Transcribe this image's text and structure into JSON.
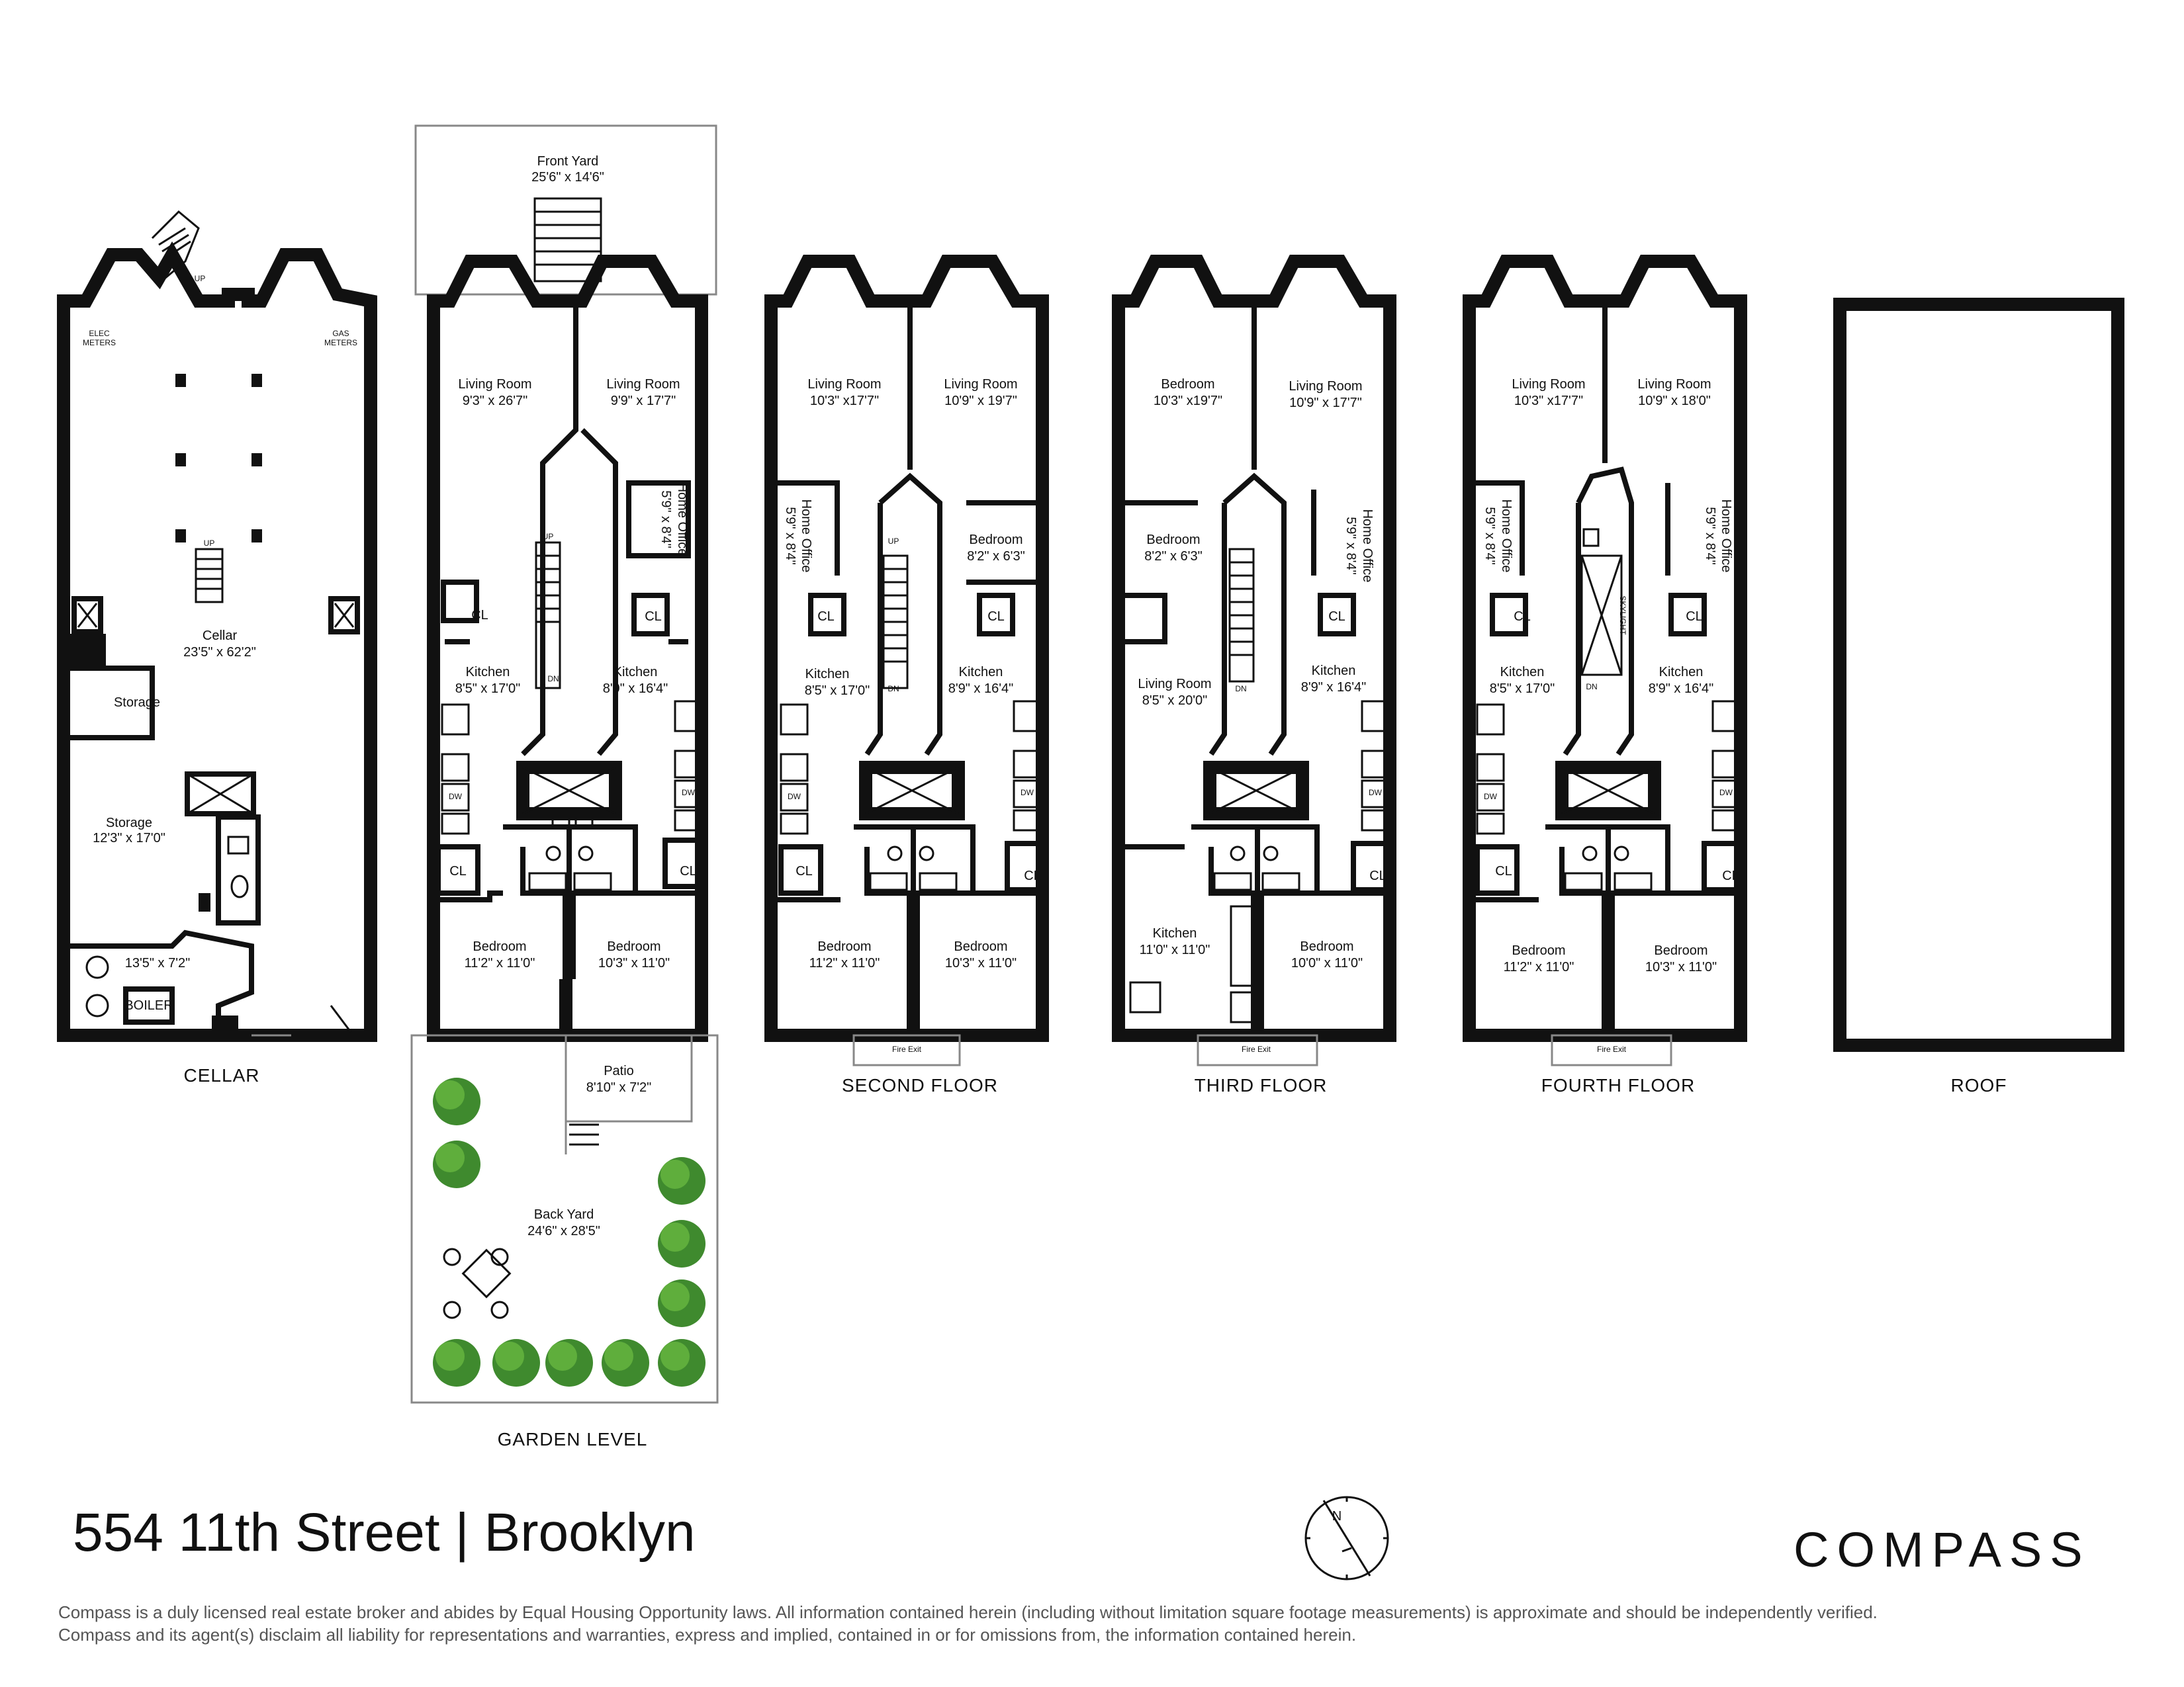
{
  "floors": {
    "cellar": "CELLAR",
    "garden": "GARDEN LEVEL",
    "second": "SECOND FLOOR",
    "third": "THIRD FLOOR",
    "fourth": "FOURTH FLOOR",
    "roof": "ROOF"
  },
  "cellar": {
    "elec": [
      "ELEC",
      "METERS"
    ],
    "gas": [
      "GAS",
      "METERS"
    ],
    "up": "UP",
    "cellar": [
      "Cellar",
      "23'5\" x 62'2\""
    ],
    "storage1": "Storage",
    "storage2": [
      "Storage",
      "12'3\" x 17'0\""
    ],
    "mech": "13'5\" x 7'2\"",
    "boiler": "BOILER"
  },
  "garden": {
    "front_yard": [
      "Front Yard",
      "25'6\" x 14'6\""
    ],
    "living_l": [
      "Living Room",
      "9'3\" x 26'7\""
    ],
    "living_r": [
      "Living Room",
      "9'9\" x 17'7\""
    ],
    "office": [
      "Home Office",
      "5'9\" x 8'4\""
    ],
    "kitchen_l": [
      "Kitchen",
      "8'5\" x 17'0\""
    ],
    "kitchen_r": [
      "Kitchen",
      "8'9\" x 16'4\""
    ],
    "bed_l": [
      "Bedroom",
      "11'2\" x 11'0\""
    ],
    "bed_r": [
      "Bedroom",
      "10'3\" x 11'0\""
    ],
    "patio": [
      "Patio",
      "8'10\" x 7'2\""
    ],
    "back_yard": [
      "Back Yard",
      "24'6\" x 28'5\""
    ],
    "up": "UP",
    "dn": "DN"
  },
  "second": {
    "living_l": [
      "Living Room",
      "10'3\" x17'7\""
    ],
    "living_r": [
      "Living Room",
      "10'9\" x 19'7\""
    ],
    "office": [
      "Home Office",
      "5'9\" x 8'4\""
    ],
    "bedroom_mid": [
      "Bedroom",
      "8'2\" x 6'3\""
    ],
    "kitchen_l": [
      "Kitchen",
      "8'5\" x 17'0\""
    ],
    "kitchen_r": [
      "Kitchen",
      "8'9\" x 16'4\""
    ],
    "bed_l": [
      "Bedroom",
      "11'2\" x 11'0\""
    ],
    "bed_r": [
      "Bedroom",
      "10'3\" x 11'0\""
    ]
  },
  "third": {
    "bedroom_top": [
      "Bedroom",
      "10'3\" x19'7\""
    ],
    "living_r": [
      "Living Room",
      "10'9\" x 17'7\""
    ],
    "bedroom_mid": [
      "Bedroom",
      "8'2\" x 6'3\""
    ],
    "office": [
      "Home Office",
      "5'9\" x 8'4\""
    ],
    "living_mid": [
      "Living Room",
      "8'5\" x 20'0\""
    ],
    "kitchen_r": [
      "Kitchen",
      "8'9\" x 16'4\""
    ],
    "kitchen_b": [
      "Kitchen",
      "11'0\" x 11'0\""
    ],
    "bed_r": [
      "Bedroom",
      "10'0\" x 11'0\""
    ]
  },
  "fourth": {
    "living_l": [
      "Living Room",
      "10'3\" x17'7\""
    ],
    "living_r": [
      "Living Room",
      "10'9\" x 18'0\""
    ],
    "office_l": [
      "Home Office",
      "5'9\" x 8'4\""
    ],
    "office_r": [
      "Home Office",
      "5'9\" x 8'4\""
    ],
    "kitchen_l": [
      "Kitchen",
      "8'5\" x 17'0\""
    ],
    "kitchen_r": [
      "Kitchen",
      "8'9\" x 16'4\""
    ],
    "bed_l": [
      "Bedroom",
      "11'2\" x 11'0\""
    ],
    "bed_r": [
      "Bedroom",
      "10'3\" x 11'0\""
    ],
    "skylight": "SKYLIGHT"
  },
  "common": {
    "cl": "CL",
    "dw": "DW",
    "up": "UP",
    "dn": "DN",
    "fire_exit": "Fire Exit"
  },
  "compass_n": "N",
  "footer": {
    "address": "554 11th Street | Brooklyn",
    "brand": "COMPASS",
    "disclaimer_1": "Compass is a duly licensed real estate broker and abides by Equal Housing Opportunity laws.  All information contained herein (including without limitation square footage measurements) is approximate and should be independently verified.",
    "disclaimer_2": "Compass and its agent(s) disclaim all liability for representations and warranties, express and implied, contained in or for omissions from, the information contained herein."
  }
}
